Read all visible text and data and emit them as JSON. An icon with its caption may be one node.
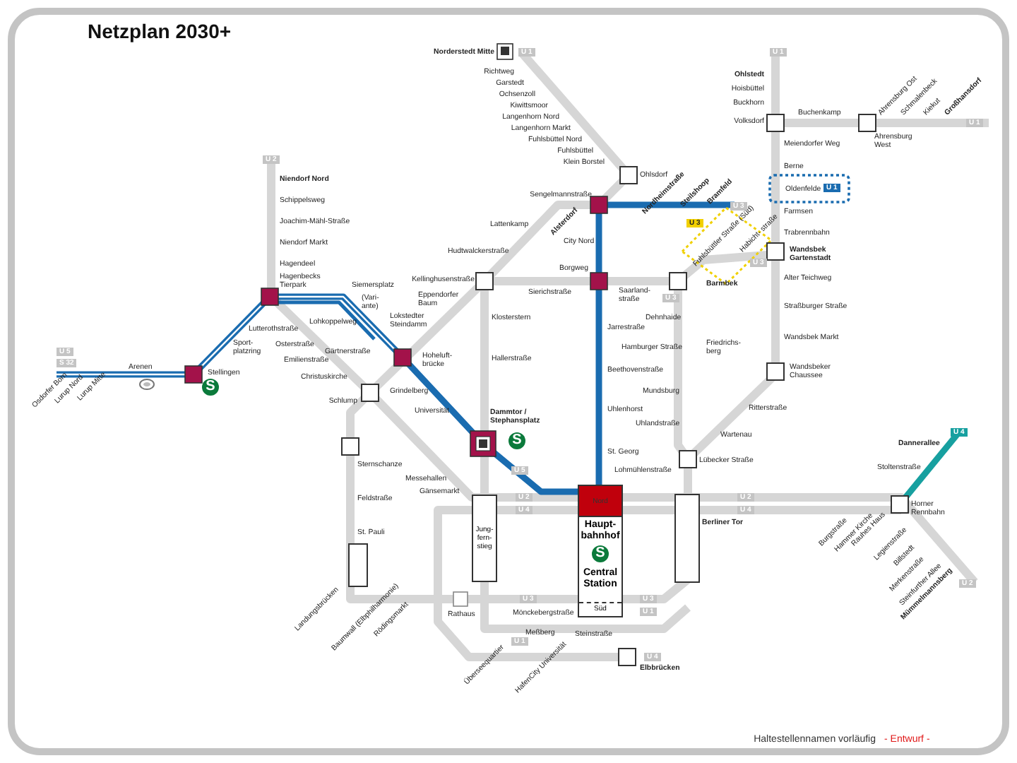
{
  "diagram": {
    "title": "Netzplan 2030+",
    "caption": "Haltestellennamen vorläufig",
    "nodes": [
      {
        "text": [
          "Nord",
          "Haupt- bahnhof",
          "S",
          "Central Station",
          "Süd"
        ]
      },
      {
        "text": [
          "Jung- fern- stieg"
        ]
      }
    ],
    "labels": [
      "U 2",
      "Niendorf Nord",
      "Schippelsweg",
      "Joachim-Mähl-Straße",
      "Niendorf Markt",
      "Hagendeel",
      "Hagenbecks Tierpark",
      "Lutterothstraße",
      "Sport- platzring",
      "Osterstraße",
      "Emilienstraße",
      "Christuskirche",
      "Stellingen",
      "Arenen",
      "U 5",
      "S 32",
      "Osdorfer Born",
      "Lurup Nord",
      "Lurup Mitte",
      "Siemersplatz",
      "(Vari- ante)",
      "Lohkoppelweg",
      "Lokstedter Steindamm",
      "Gärtnerstraße",
      "Hoheluft- brücke",
      "Norderstedt Mitte",
      "U 1",
      "Richtweg",
      "Garstedt",
      "Ochsenzoll",
      "Kiwittsmoor",
      "Langenhorn Nord",
      "Langenhorn Markt",
      "Fuhlsbüttel Nord",
      "Fuhlsbüttel",
      "Klein Borstel",
      "Ohlsdorf",
      "Sengelmannstraße",
      "Alsterdorf",
      "Nordheimstraße",
      "Steilshoop",
      "Bramfeld",
      "U 3",
      "U 3",
      "Fuhlsbüttler Straße (Süd)",
      "Habicht- straße",
      "City Nord",
      "Lattenkamp",
      "Hudtwalckerstraße",
      "Borgweg",
      "Kellinghusenstraße",
      "Sierichstraße",
      "Saarland- straße",
      "U 3",
      "Barmbek",
      "Eppendorfer Baum",
      "Klosterstern",
      "Hallerstraße",
      "Dehnhaide",
      "Jarrestraße",
      "Hamburger Straße",
      "Beethovenstraße",
      "Friedrichs- berg",
      "Mundsburg",
      "Uhlenhorst",
      "Uhlandstraße",
      "St. Georg",
      "Lohmühlenstraße",
      "U 1",
      "Ohlstedt",
      "Hoisbüttel",
      "Buckhorn",
      "Volksdorf",
      "Buchenkamp",
      "Ahrensburg West",
      "Ahrensburg Ost",
      "Schmalenbeck",
      "Kiekut",
      "Großhansdorf",
      "U 1",
      "Meiendorfer Weg",
      "Berne",
      "Oldenfelde",
      "U 1",
      "Farmsen",
      "Trabrennbahn",
      "Wandsbek Gartenstadt",
      "U 3",
      "Alter Teichweg",
      "Straßburger Straße",
      "Wandsbek Markt",
      "Wandsbeker Chaussee",
      "Ritterstraße",
      "Wartenau",
      "Lübecker Straße",
      "Dannerallee",
      "U 4",
      "Stoltenstraße",
      "Horner Rennbahn",
      "Burgstraße",
      "Hammer Kirche",
      "Rauhes Haus",
      "Legienstraße",
      "Billstedt",
      "Merkenstraße",
      "Steinfurther Allee",
      "Mümmelmannsberg",
      "U 2",
      "S",
      "Schlump",
      "Grindelberg",
      "Universität",
      "Dammtor / Stephansplatz",
      "S",
      "U 5",
      "Sternschanze",
      "Messehallen",
      "Gänsemarkt",
      "Feldstraße",
      "St. Pauli",
      "U 2",
      "U 4",
      "U 2",
      "U 4",
      "Berliner Tor",
      "Rathaus",
      "U 3",
      "Mönckebergstraße",
      "Meßberg",
      "U 1",
      "Steinstraße",
      "U 3",
      "U 1",
      "Landungsbrücken",
      "Baumwall (Elbphilharmonie)",
      "Rödingsmarkt",
      "Überseequartier",
      "HafenCity Universität",
      "Elbbrücken",
      "U 4",
      "- Entwurf -"
    ]
  }
}
